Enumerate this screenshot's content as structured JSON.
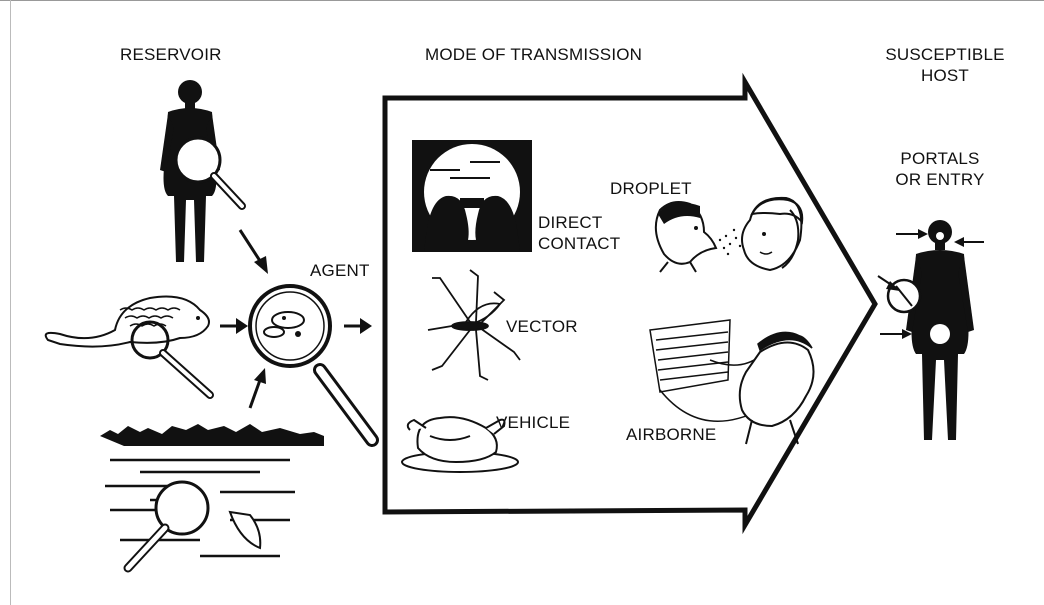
{
  "headings": {
    "reservoir": "RESERVOIR",
    "mode": "MODE OF TRANSMISSION",
    "host_line1": "SUSCEPTIBLE",
    "host_line2": "HOST"
  },
  "labels": {
    "agent": "AGENT",
    "droplet": "DROPLET",
    "direct_line1": "DIRECT",
    "direct_line2": "CONTACT",
    "vector": "VECTOR",
    "vehicle": "VEHICLE",
    "airborne": "AIRBORNE",
    "portals_line1": "PORTALS",
    "portals_line2": "OR ENTRY"
  },
  "icons": [
    "human-reservoir-icon",
    "rat-icon",
    "swamp-icon",
    "magnifier-icon",
    "kissing-couple-icon",
    "mosquito-icon",
    "roast-chicken-icon",
    "sneezing-man-icon",
    "woman-face-icon",
    "airborne-man-icon",
    "host-figure-icon"
  ],
  "colors": {
    "ink": "#111111",
    "paper": "#ffffff"
  }
}
